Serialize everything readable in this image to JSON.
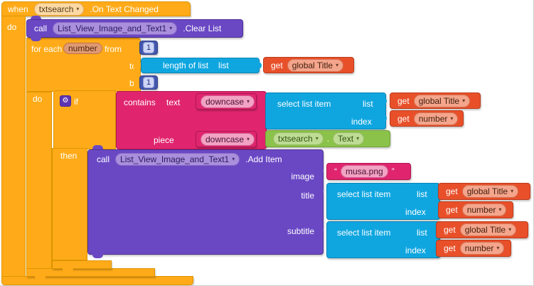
{
  "ui": {
    "dropdown_arrow": "▾",
    "gear_icon": "⚙",
    "open_quote": "“",
    "close_quote": "”",
    "dot": "."
  },
  "colors": {
    "control": "#FFAB19",
    "component": "#6A48C4",
    "lists": "#0FA6E0",
    "text": "#E0256E",
    "variables": "#E8502A",
    "properties": "#8BC34A",
    "math": "#4357AD"
  },
  "when": {
    "keyword": "when",
    "component": "txtsearch",
    "event": ".On Text Changed",
    "do_label": "do"
  },
  "call": {
    "label": "call"
  },
  "components": {
    "listview": "List_View_Image_and_Text1"
  },
  "clear_list": {
    "method": ".Clear List"
  },
  "for_each": {
    "label": "for each",
    "param": "number",
    "from": "from",
    "to": "to",
    "by": "by",
    "from_value": "1",
    "by_value": "1",
    "do_label": "do"
  },
  "length_of_list": {
    "label": "length of list",
    "list": "list"
  },
  "vars": {
    "get": "get",
    "global_title": "global Title",
    "number": "number"
  },
  "if_block": {
    "if_label": "if",
    "then_label": "then"
  },
  "contains": {
    "label": "contains",
    "text_label": "text",
    "piece_label": "piece"
  },
  "downcase": {
    "label": "downcase"
  },
  "select": {
    "label": "select list item",
    "list_label": "list",
    "index_label": "index"
  },
  "property": {
    "component": "txtsearch",
    "name": "Text"
  },
  "add_item": {
    "method": ".Add Item",
    "image_label": "image",
    "title_label": "title",
    "subtitle_label": "subtitle"
  },
  "string_block": {
    "value": "musa.png"
  }
}
